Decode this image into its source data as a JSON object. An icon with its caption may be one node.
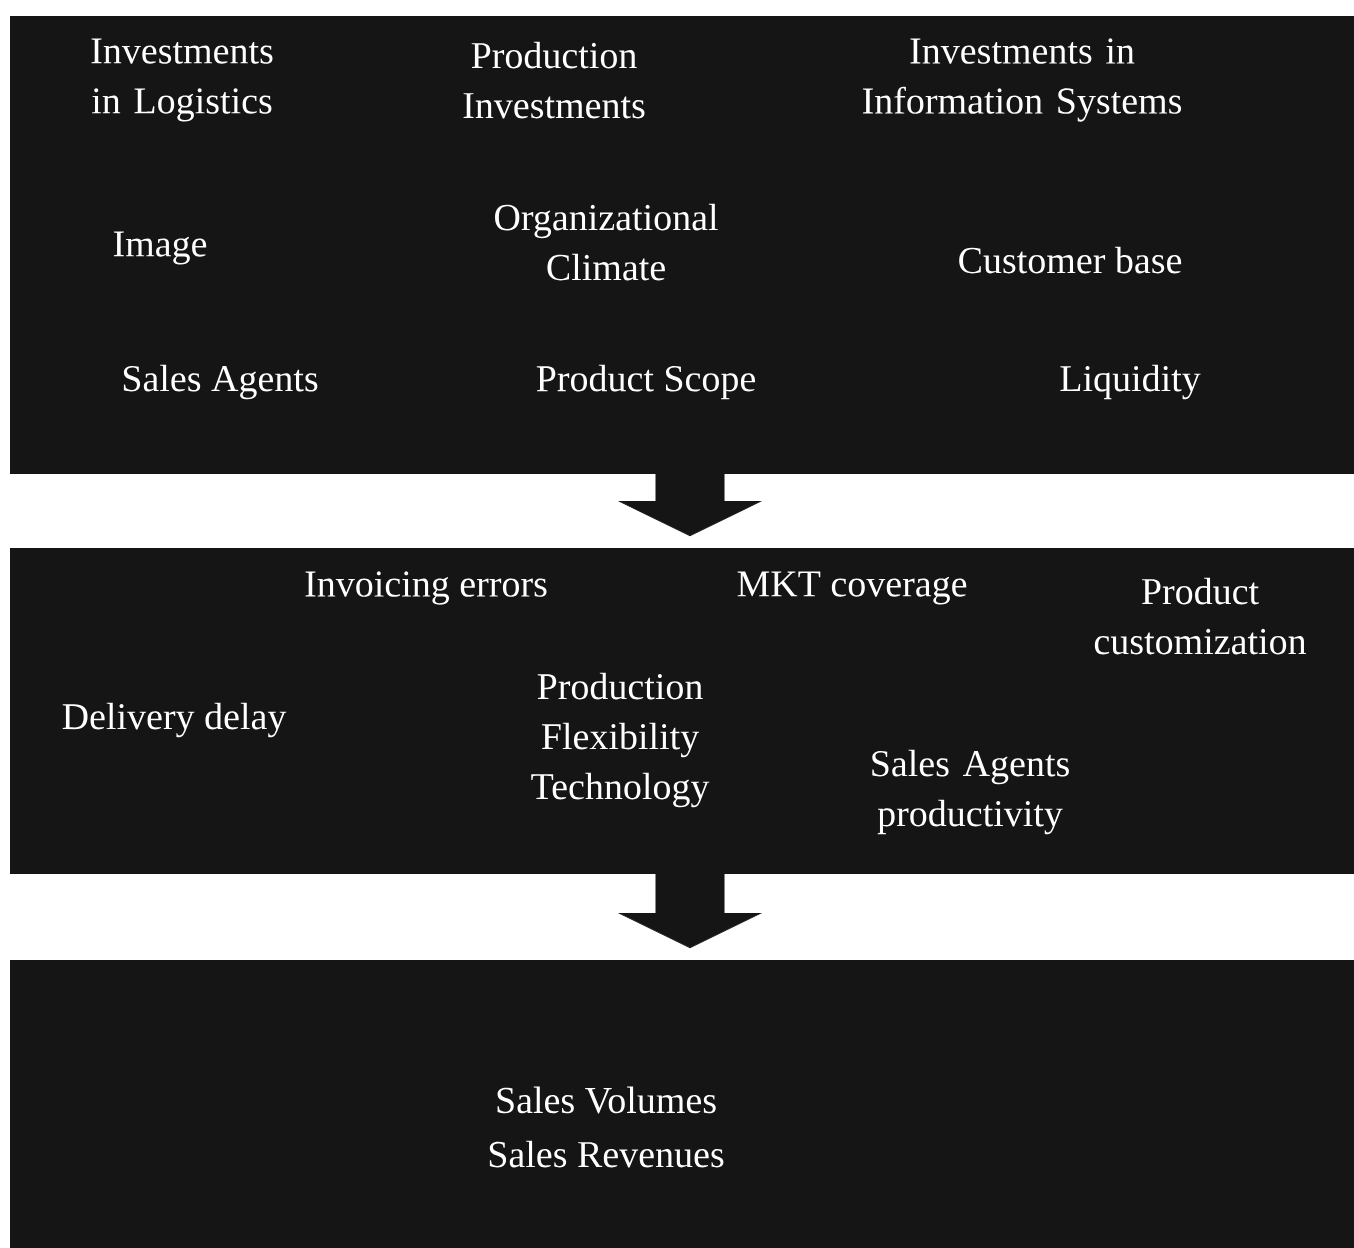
{
  "diagram": {
    "nodes": [
      {
        "text": [
          "Investments in Logistics",
          "Production Investments",
          "Investments in Information Systems",
          "Image",
          "Organizational Climate",
          "Customer base",
          "Sales Agents",
          "Product Scope",
          "Liquidity"
        ]
      },
      {
        "text": [
          "Invoicing errors",
          "MKT coverage",
          "Product customization",
          "Delivery delay",
          "Production Flexibility Technology",
          "Sales Agents productivity"
        ]
      },
      {
        "text": [
          "Sales Volumes",
          "Sales Revenues"
        ]
      }
    ],
    "edges": [
      {
        "from": 0,
        "to": 1,
        "arrow": "to"
      },
      {
        "from": 1,
        "to": 2,
        "arrow": "to"
      }
    ]
  }
}
